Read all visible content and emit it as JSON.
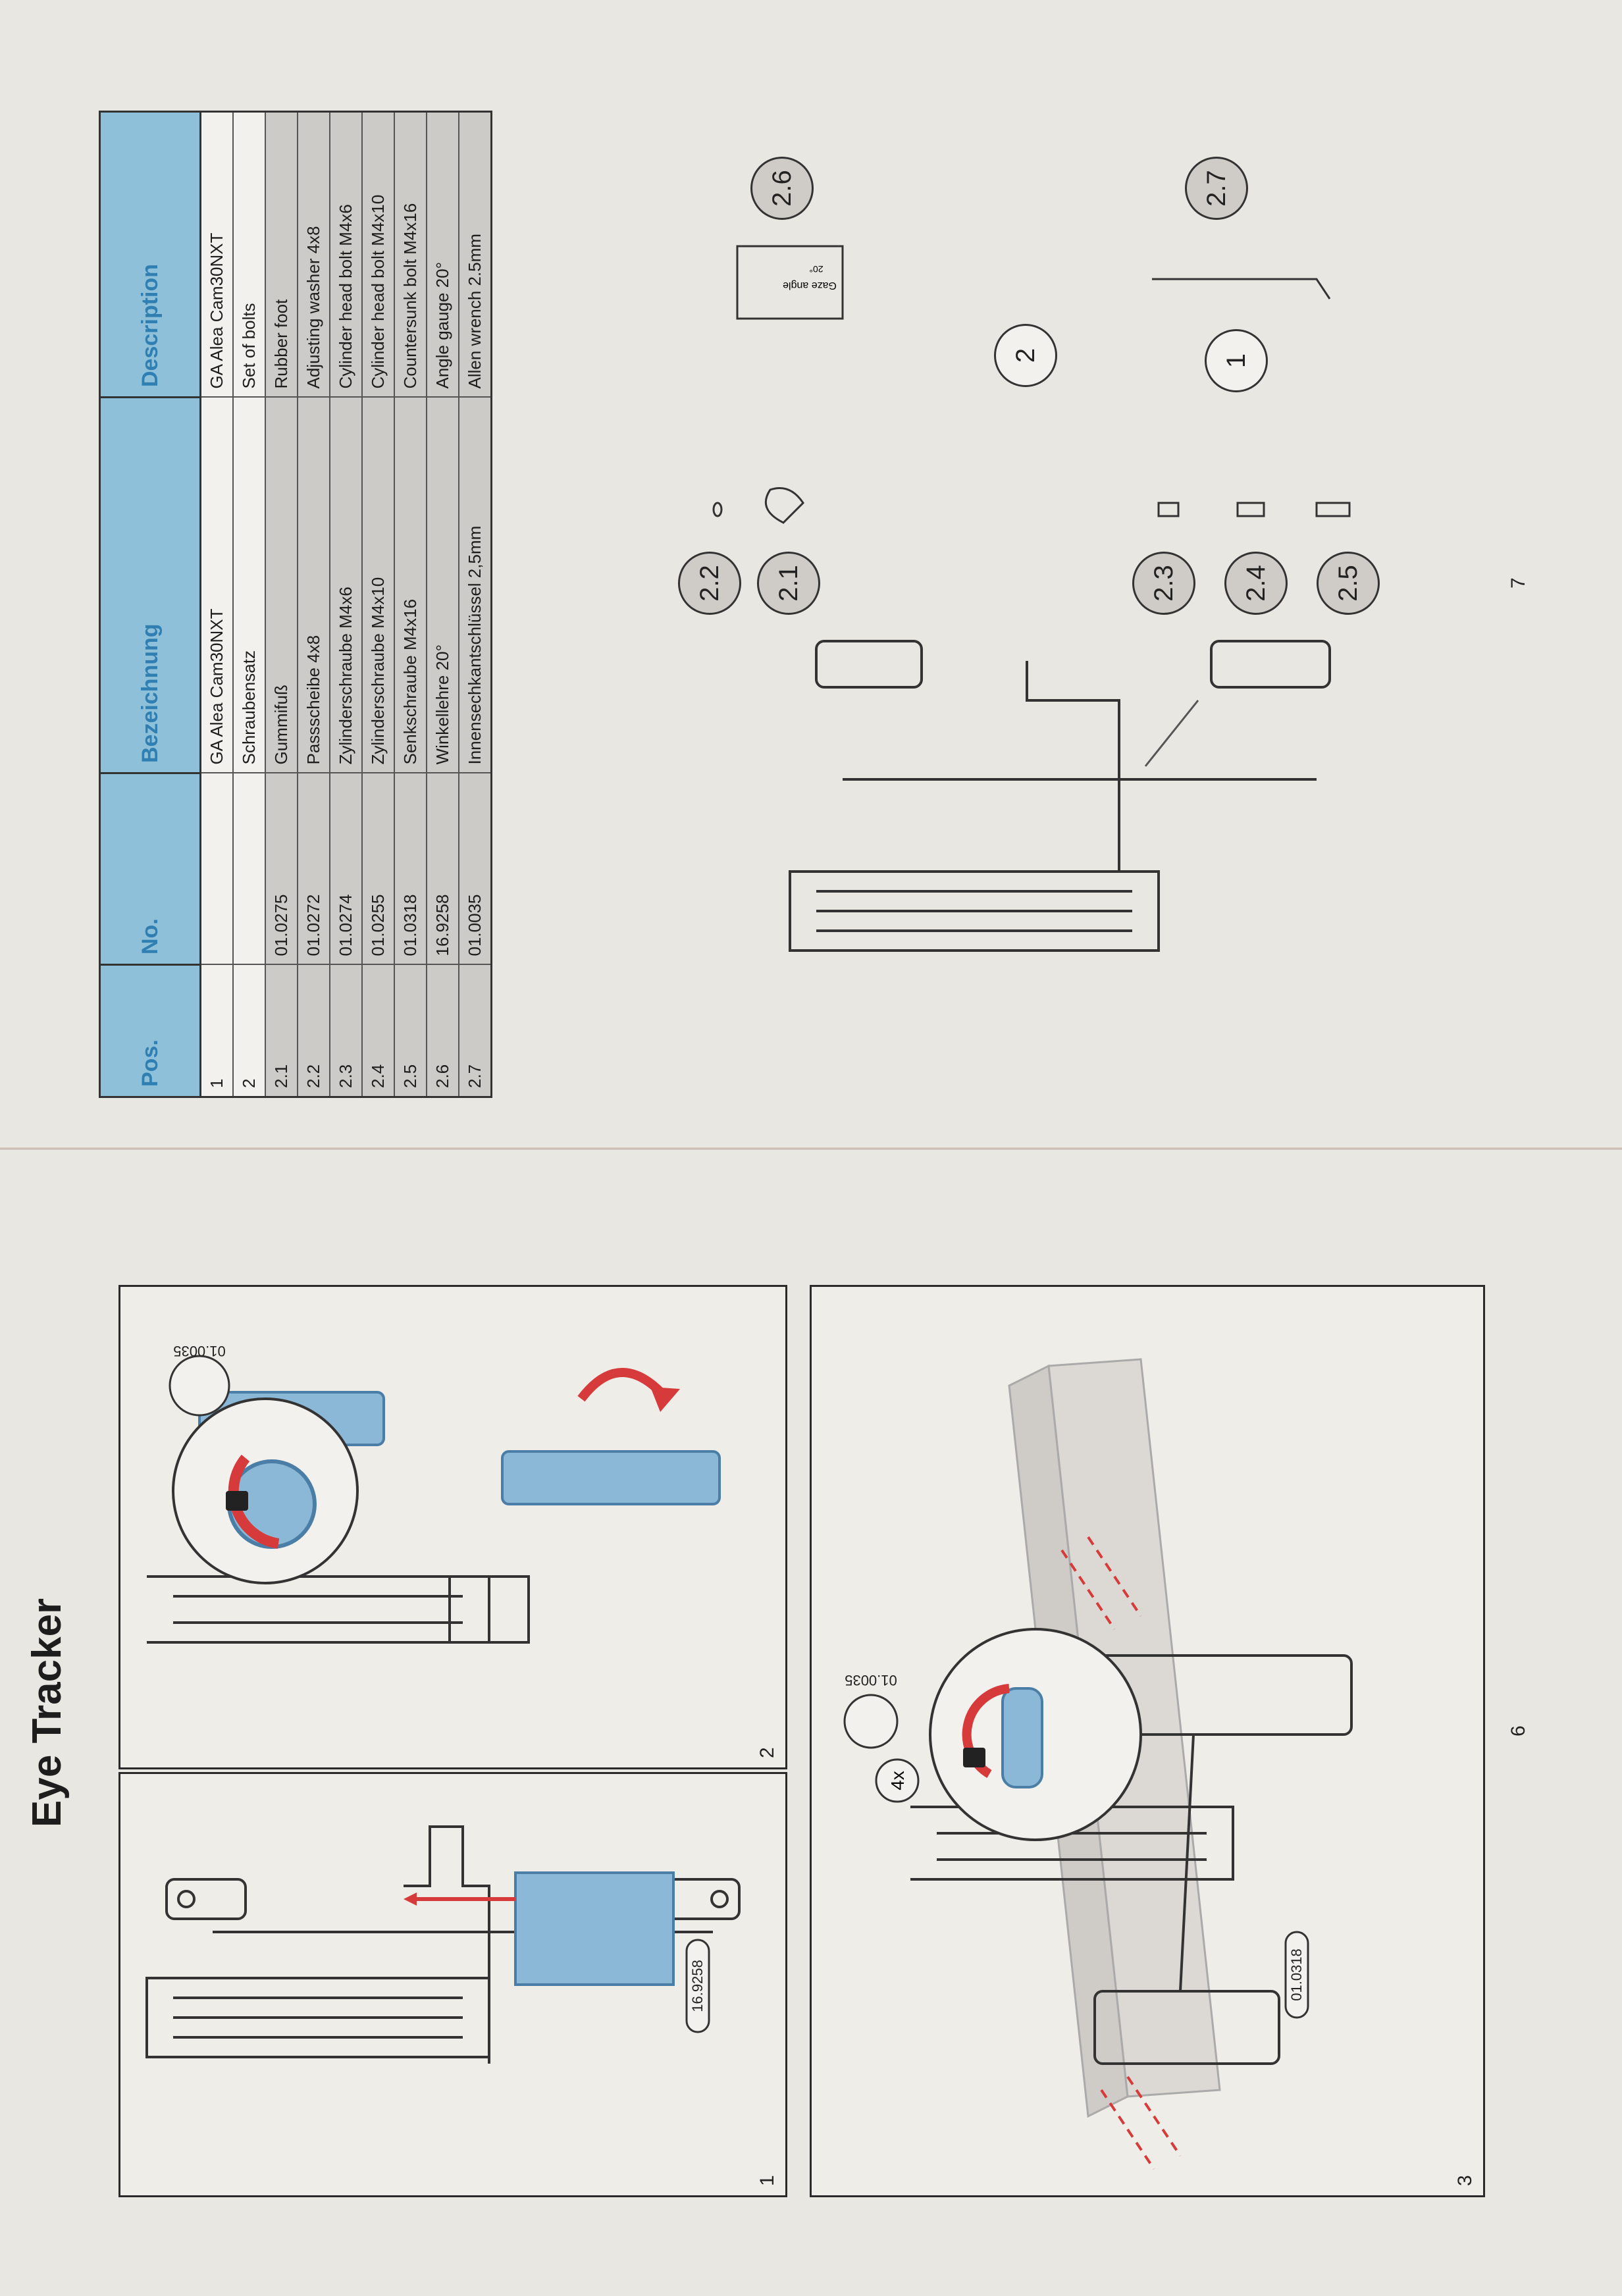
{
  "title": "Eye Tracker",
  "pages": {
    "left": {
      "page_number": "6",
      "panels": [
        {
          "number": "1",
          "part_ref": "16.9258"
        },
        {
          "number": "2",
          "part_ref": "01.0035"
        },
        {
          "number": "3",
          "part_ref_bolt": "01.0318",
          "part_ref_wrench": "01.0035",
          "quantity": "4x"
        }
      ]
    },
    "right": {
      "page_number": "7",
      "table": {
        "headers": {
          "pos": "Pos.",
          "no": "No.",
          "bezeichnung": "Bezeichnung",
          "description": "Description"
        },
        "rows": [
          {
            "pos": "1",
            "no": "",
            "bezeichnung": "GA Alea Cam30NXT",
            "description": "GA Alea Cam30NXT"
          },
          {
            "pos": "2",
            "no": "",
            "bezeichnung": "Schraubensatz",
            "description": "Set of bolts"
          },
          {
            "pos": "2.1",
            "no": "01.0275",
            "bezeichnung": "Gummifuß",
            "description": "Rubber foot"
          },
          {
            "pos": "2.2",
            "no": "01.0272",
            "bezeichnung": "Passscheibe 4x8",
            "description": "Adjusting washer 4x8"
          },
          {
            "pos": "2.3",
            "no": "01.0274",
            "bezeichnung": "Zylinderschraube M4x6",
            "description": "Cylinder head bolt M4x6"
          },
          {
            "pos": "2.4",
            "no": "01.0255",
            "bezeichnung": "Zylinderschraube M4x10",
            "description": "Cylinder head bolt M4x10"
          },
          {
            "pos": "2.5",
            "no": "01.0318",
            "bezeichnung": "Senkschraube M4x16",
            "description": "Countersunk bolt M4x16"
          },
          {
            "pos": "2.6",
            "no": "16.9258",
            "bezeichnung": "Winkellehre 20°",
            "description": "Angle gauge 20°"
          },
          {
            "pos": "2.7",
            "no": "01.0035",
            "bezeichnung": "Innensechkantschlüssel 2,5mm",
            "description": "Allen wrench 2.5mm"
          }
        ]
      },
      "callouts": {
        "c1": "1",
        "c2": "2",
        "c21": "2.1",
        "c22": "2.2",
        "c23": "2.3",
        "c24": "2.4",
        "c25": "2.5",
        "c26": "2.6",
        "c27": "2.7"
      },
      "gauge_label": "Gaze angle",
      "gauge_angle": "20°"
    }
  },
  "colors": {
    "highlight": "#8ab8d6",
    "arrow": "#d63a3a",
    "header": "#8fc0da",
    "header_text": "#2f7fb2"
  }
}
